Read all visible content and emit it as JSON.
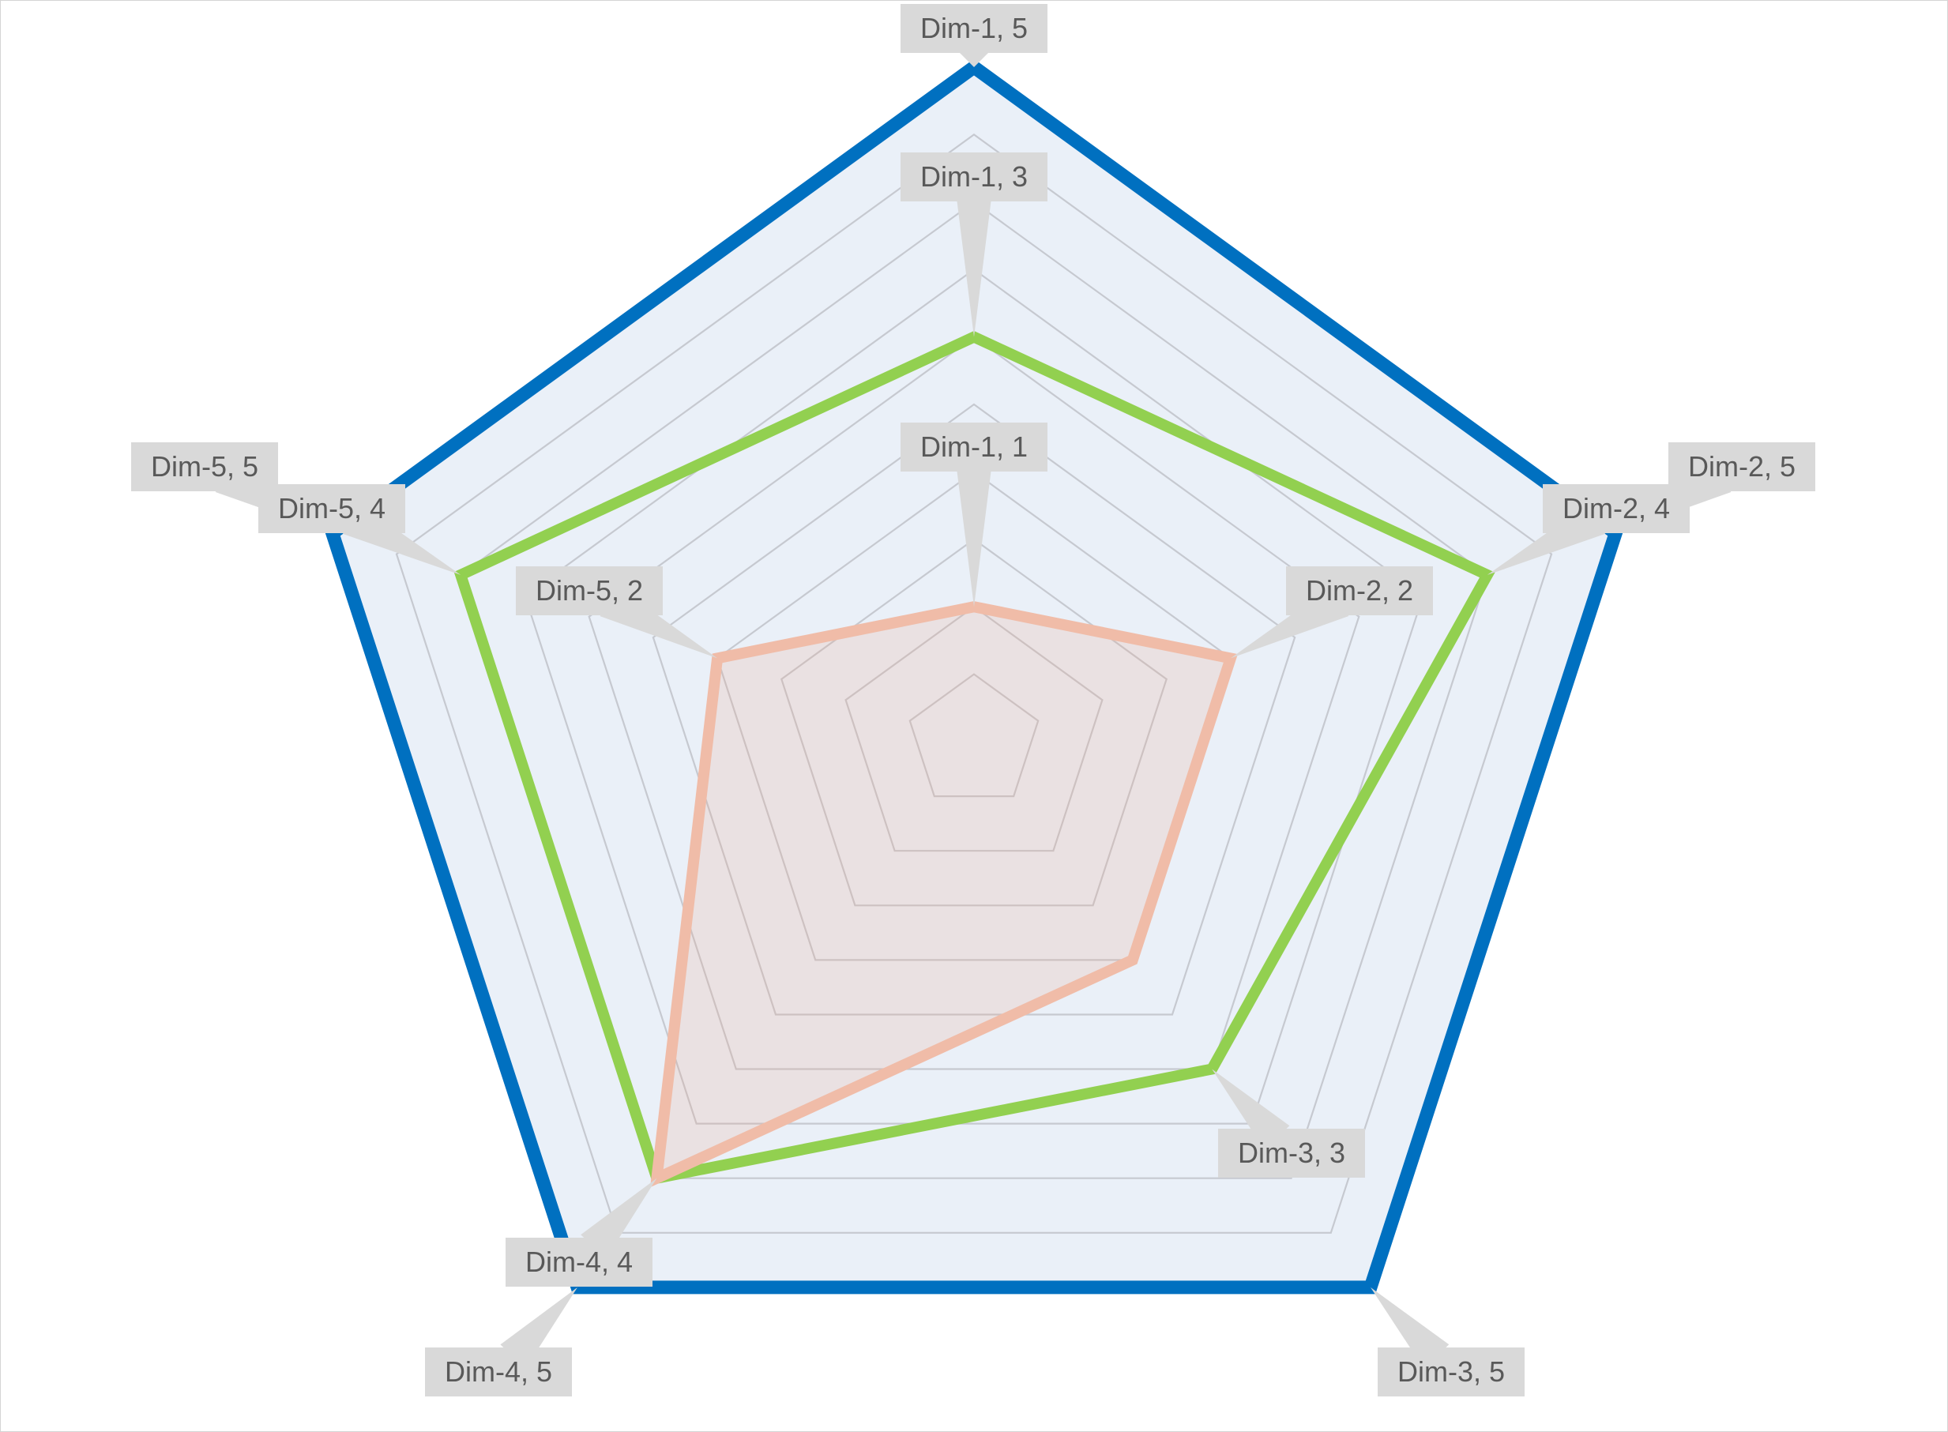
{
  "chart_data": {
    "type": "radar",
    "axes": [
      "Dim-1",
      "Dim-2",
      "Dim-3",
      "Dim-4",
      "Dim-5"
    ],
    "rmax": 5,
    "grid_rings": 10,
    "area_fill": "#eaf0f8",
    "series": [
      {
        "values": [
          5,
          5,
          5,
          5,
          5
        ],
        "color": "#0070c0",
        "fill": "none",
        "labels": [
          "Dim-1, 5",
          "Dim-2, 5",
          "Dim-3, 5",
          "Dim-4, 5",
          "Dim-5, 5"
        ]
      },
      {
        "values": [
          3,
          4,
          3,
          4,
          4
        ],
        "color": "#92d050",
        "fill": "none",
        "labels": [
          "Dim-1, 3",
          "Dim-2, 4",
          "Dim-3, 3",
          "Dim-4, 4",
          "Dim-5, 4"
        ]
      },
      {
        "values": [
          1,
          2,
          2,
          4,
          2
        ],
        "color": "#f0bca8",
        "fill": "rgba(236,160,130,0.18)",
        "labels": [
          "Dim-1, 1",
          "Dim-2, 2",
          "",
          "",
          "Dim-5, 2"
        ]
      }
    ]
  }
}
